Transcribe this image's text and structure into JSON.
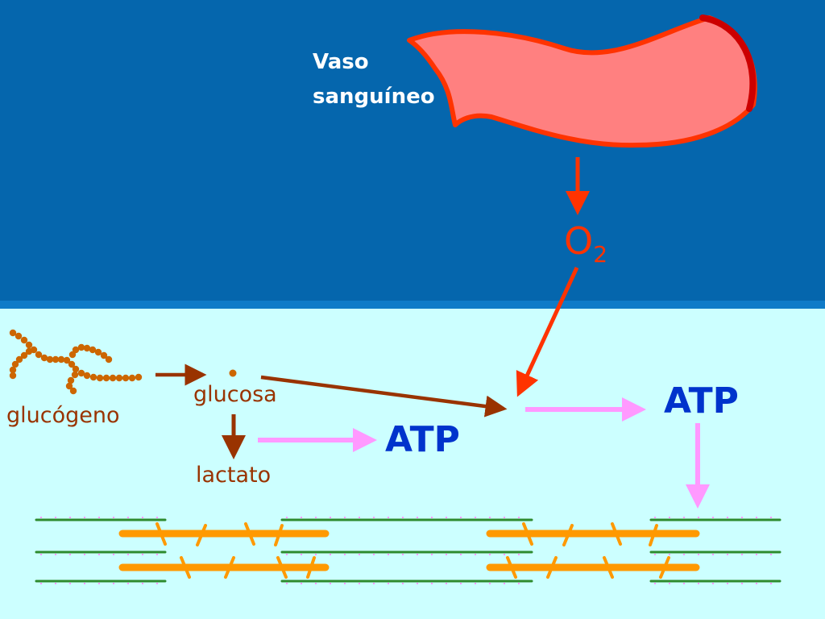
{
  "labels": {
    "vessel_line1": "Vaso",
    "vessel_line2": "sanguíneo",
    "oxygen": "O",
    "oxygen_sub": "2",
    "glycogen": "glucógeno",
    "glucose": "glucosa",
    "lactate": "lactato",
    "atp_anaerobic": "ATP",
    "atp_aerobic": "ATP"
  },
  "colors": {
    "sky": "#0566ad",
    "cell": "#ccffff",
    "vessel_fill": "#ff8080",
    "vessel_edge": "#ff3300",
    "oxygen_arrow": "#ff3300",
    "pathway_arrow": "#993300",
    "atp_arrow": "#ff99ff",
    "atp_text": "#0033cc",
    "actin": "#ff9900",
    "myosin": "#2e8b2e"
  },
  "icons": [
    "blood-vessel-icon",
    "glycogen-chain-icon",
    "myofibril-icon"
  ]
}
